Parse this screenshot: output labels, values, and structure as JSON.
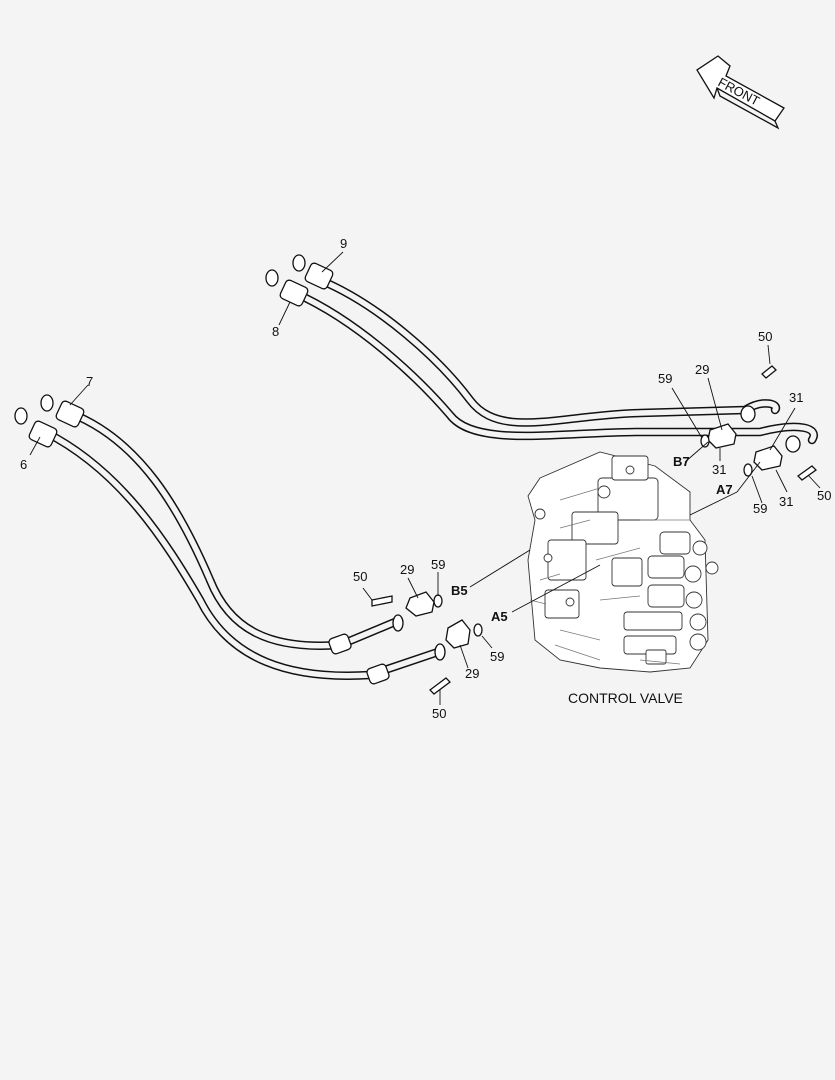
{
  "front_label": "FRONT",
  "caption": "CONTROL VALVE",
  "ports": {
    "b7": "B7",
    "a7": "A7",
    "b5": "B5",
    "a5": "A5"
  },
  "part_numbers": {
    "p9": "9",
    "p8": "8",
    "p7": "7",
    "p6": "6",
    "p50_top": "50",
    "p29_top": "29",
    "p59_top": "59",
    "p31_top": "31",
    "p31_mid": "31",
    "p31_right": "31",
    "p59_right": "59",
    "p50_right": "50",
    "p50_left": "50",
    "p29_left": "29",
    "p59_left": "59",
    "p59_low": "59",
    "p29_low": "29",
    "p50_low": "50"
  }
}
